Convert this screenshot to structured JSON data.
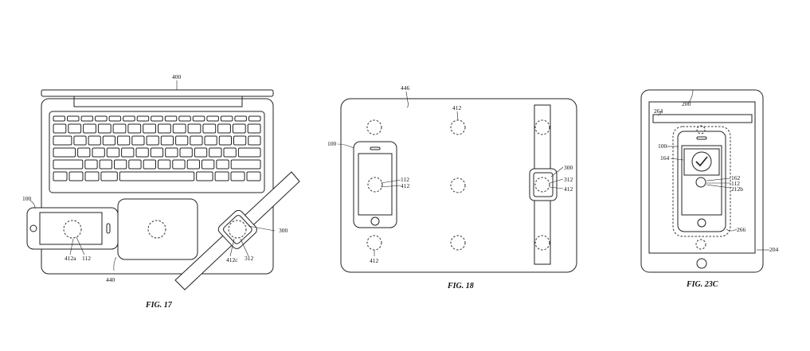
{
  "figures": {
    "fig17": {
      "caption": "FIG. 17",
      "labels": {
        "laptop": "400",
        "phone": "100",
        "surface": "440",
        "watch": "300",
        "phone_coil": "412a",
        "phone_coil_rx": "112",
        "watch_coil": "412c",
        "watch_coil_rx": "312"
      }
    },
    "fig18": {
      "caption": "FIG. 18",
      "labels": {
        "mat": "446",
        "top_coil": "412",
        "bottom_coil": "412",
        "phone": "100",
        "phone_rx": "112",
        "phone_tx": "412",
        "watch": "300",
        "watch_rx": "312",
        "watch_tx": "412"
      }
    },
    "fig23c": {
      "caption": "FIG. 23C",
      "labels": {
        "tablet": "200",
        "display_bar": "264",
        "phone": "100",
        "screen_region": "164",
        "coil_a": "162",
        "coil_b": "112",
        "coil_c": "212b",
        "outline": "266",
        "tablet_edge": "204"
      }
    }
  }
}
